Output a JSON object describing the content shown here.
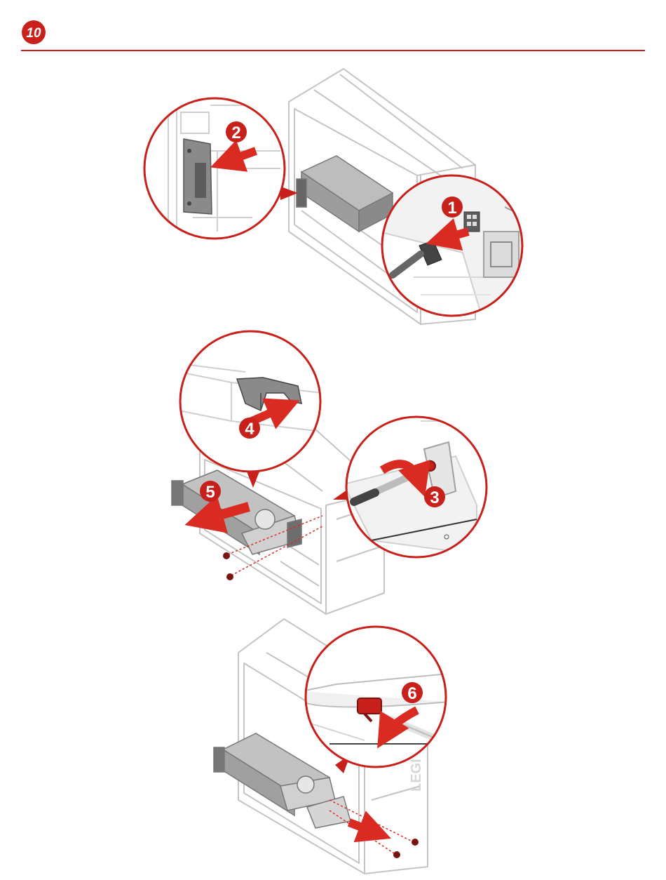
{
  "header": {
    "step_number": "10"
  },
  "callouts": {
    "c1": "1",
    "c2": "2",
    "c3": "3",
    "c4": "4",
    "c5": "5",
    "c6": "6"
  },
  "brand_mark": "LEGI",
  "colors": {
    "accent": "#c8201a",
    "arrow": "#d92b22",
    "line_gray": "#bdbdbd",
    "part_gray": "#8a8a8a"
  }
}
